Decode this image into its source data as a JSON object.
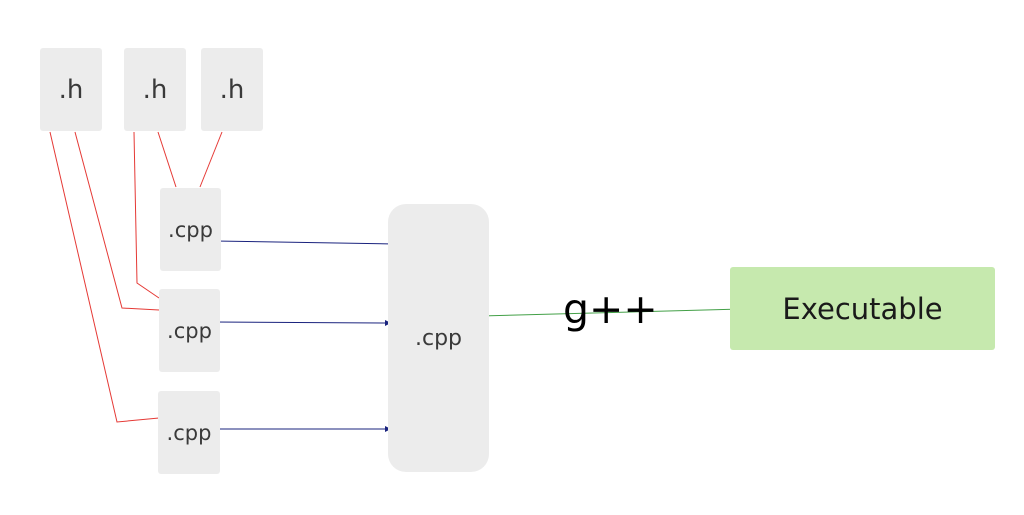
{
  "diagram": {
    "headers": [
      {
        "id": "h1",
        "label": ".h"
      },
      {
        "id": "h2",
        "label": ".h"
      },
      {
        "id": "h3",
        "label": ".h"
      }
    ],
    "sources": [
      {
        "id": "cpp1",
        "label": ".cpp"
      },
      {
        "id": "cpp2",
        "label": ".cpp"
      },
      {
        "id": "cpp3",
        "label": ".cpp"
      }
    ],
    "merged": {
      "label": ".cpp"
    },
    "compiler": {
      "label": "g++"
    },
    "output": {
      "label": "Executable"
    },
    "colors": {
      "include_edge": "#e53935",
      "merge_edge": "#1a237e",
      "compile_edge": "#43a047",
      "box_fill": "#ececec",
      "output_fill": "#c6e9ae"
    }
  }
}
